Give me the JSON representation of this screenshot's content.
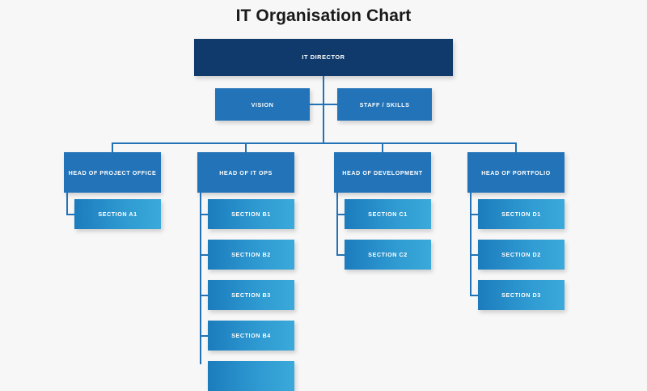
{
  "title": "IT Organisation Chart",
  "colors": {
    "background": "#f7f7f8",
    "root": "#0f3a6b",
    "branch": "#2273b8",
    "section_gradient_start": "#1c7cbd",
    "section_gradient_end": "#3ba9da",
    "connector": "#2372b5",
    "title_text": "#1a1a1a",
    "node_text": "#ffffff"
  },
  "root": {
    "label": "IT DIRECTOR"
  },
  "mid": [
    {
      "label": "VISION"
    },
    {
      "label": "STAFF / SKILLS"
    }
  ],
  "departments": [
    {
      "head": "HEAD OF PROJECT OFFICE",
      "sections": [
        {
          "label": "SECTION A1"
        }
      ]
    },
    {
      "head": "HEAD OF IT OPS",
      "sections": [
        {
          "label": "SECTION B1"
        },
        {
          "label": "SECTION B2"
        },
        {
          "label": "SECTION B3"
        },
        {
          "label": "SECTION B4"
        },
        {
          "label": ""
        }
      ]
    },
    {
      "head": "HEAD OF DEVELOPMENT",
      "sections": [
        {
          "label": "SECTION C1"
        },
        {
          "label": "SECTION C2"
        }
      ]
    },
    {
      "head": "HEAD OF PORTFOLIO",
      "sections": [
        {
          "label": "SECTION D1"
        },
        {
          "label": "SECTION D2"
        },
        {
          "label": "SECTION D3"
        }
      ]
    }
  ]
}
